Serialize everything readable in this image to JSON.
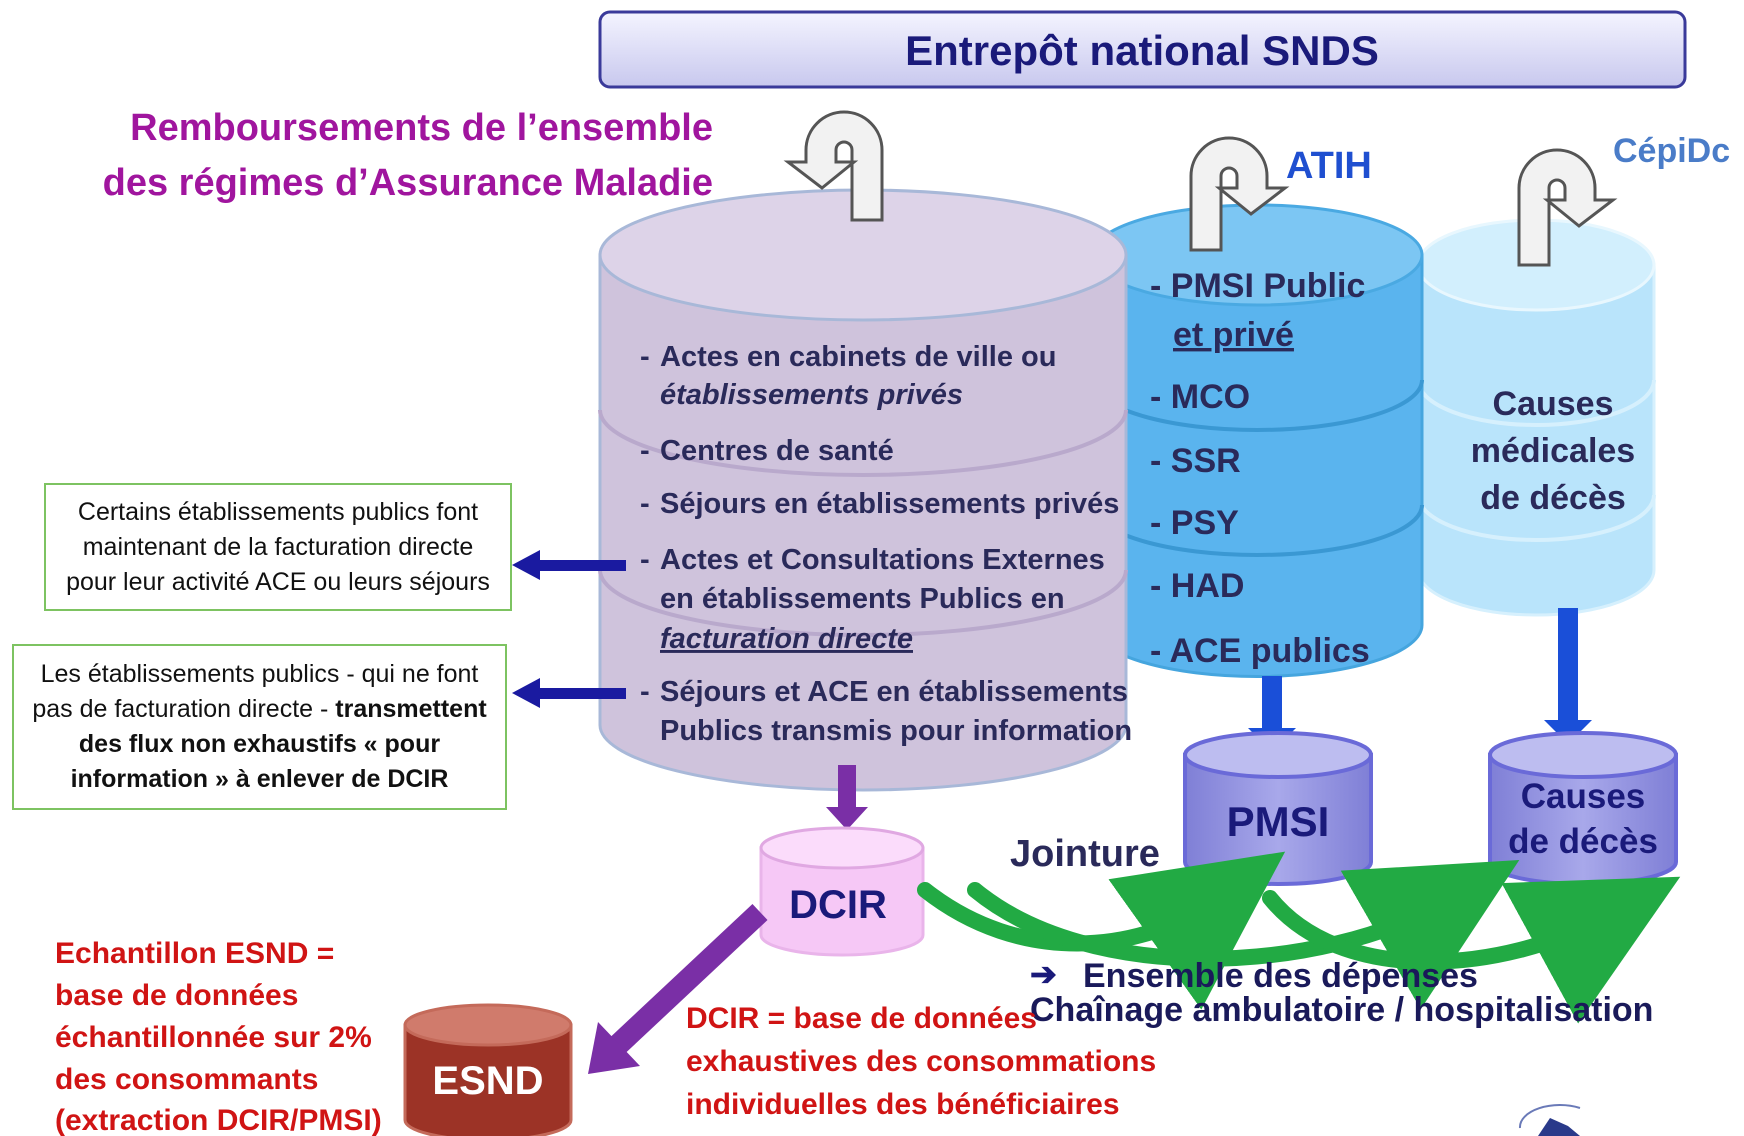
{
  "title": "Entrepôt national SNDS",
  "remboursements": {
    "line1": "Remboursements de l’ensemble",
    "line2": "des régimes d’Assurance Maladie"
  },
  "atih_label": "ATIH",
  "cepidc_label": "CépiDc",
  "main_db": {
    "items": [
      {
        "lines": [
          "Actes en cabinets de ville ou",
          "établissements privés"
        ]
      },
      {
        "lines": [
          "Centres de santé"
        ]
      },
      {
        "lines": [
          "Séjours en établissements privés"
        ]
      },
      {
        "lines": [
          "Actes et Consultations Externes",
          "en établissements Publics en",
          "facturation directe"
        ]
      },
      {
        "lines": [
          "Séjours et ACE en établissements",
          "Publics transmis pour information"
        ]
      }
    ]
  },
  "atih_db": {
    "items": [
      "- PMSI Public",
      "et privé",
      "- MCO",
      "- SSR",
      "- PSY",
      "- HAD",
      "- ACE publics"
    ]
  },
  "cepidc_db": {
    "lines": [
      "Causes",
      "médicales",
      "de décès"
    ]
  },
  "note_direct": {
    "lines": [
      "Certains établissements publics font",
      "maintenant de la facturation directe",
      "pour leur activité ACE ou leurs séjours"
    ]
  },
  "note_info": {
    "line1": "Les établissements publics - qui ne font",
    "line2_normal": "pas de facturation directe - ",
    "line2_bold": "transmettent",
    "line3": "des flux non exhaustifs « pour",
    "line4": "information » à enlever de DCIR"
  },
  "dcir_label": "DCIR",
  "pmsi_label": "PMSI",
  "causes_deces": {
    "line1": "Causes",
    "line2": "de décès"
  },
  "esnd_label": "ESND",
  "jointure_label": "Jointure",
  "ensemble": {
    "arrow": "➔",
    "line1": "Ensemble des dépenses",
    "line2": "Chaînage ambulatoire / hospitalisation"
  },
  "dcir_def": {
    "lines": [
      "DCIR = base de données",
      "exhaustives des consommations",
      "individuelles des bénéficiaires"
    ]
  },
  "echantillon": {
    "lines": [
      "Echantillon ESND =",
      "base de données",
      "échantillonnée sur 2%",
      "des consommants",
      "(extraction DCIR/PMSI)"
    ]
  },
  "colors": {
    "title_text": "#1a1a7a",
    "title_box_border": "#3a3a9a",
    "purple_title": "#a0159e",
    "main_db_fill": "#cfc3dc",
    "atih_fill": "#5ab4ee",
    "cepidc_fill": "#b9e4fb",
    "dark_text": "#2a2a5a",
    "small_db_fill": "#8f8fdc",
    "dcir_fill": "#f6c8f6",
    "esnd_fill": "#9c3326",
    "red_text": "#d01414",
    "green_arrow": "#22aa44",
    "dark_blue_arrow": "#1a1aa0",
    "blue_arrow": "#1a4fd8",
    "purple_arrow": "#7a2fa6"
  }
}
